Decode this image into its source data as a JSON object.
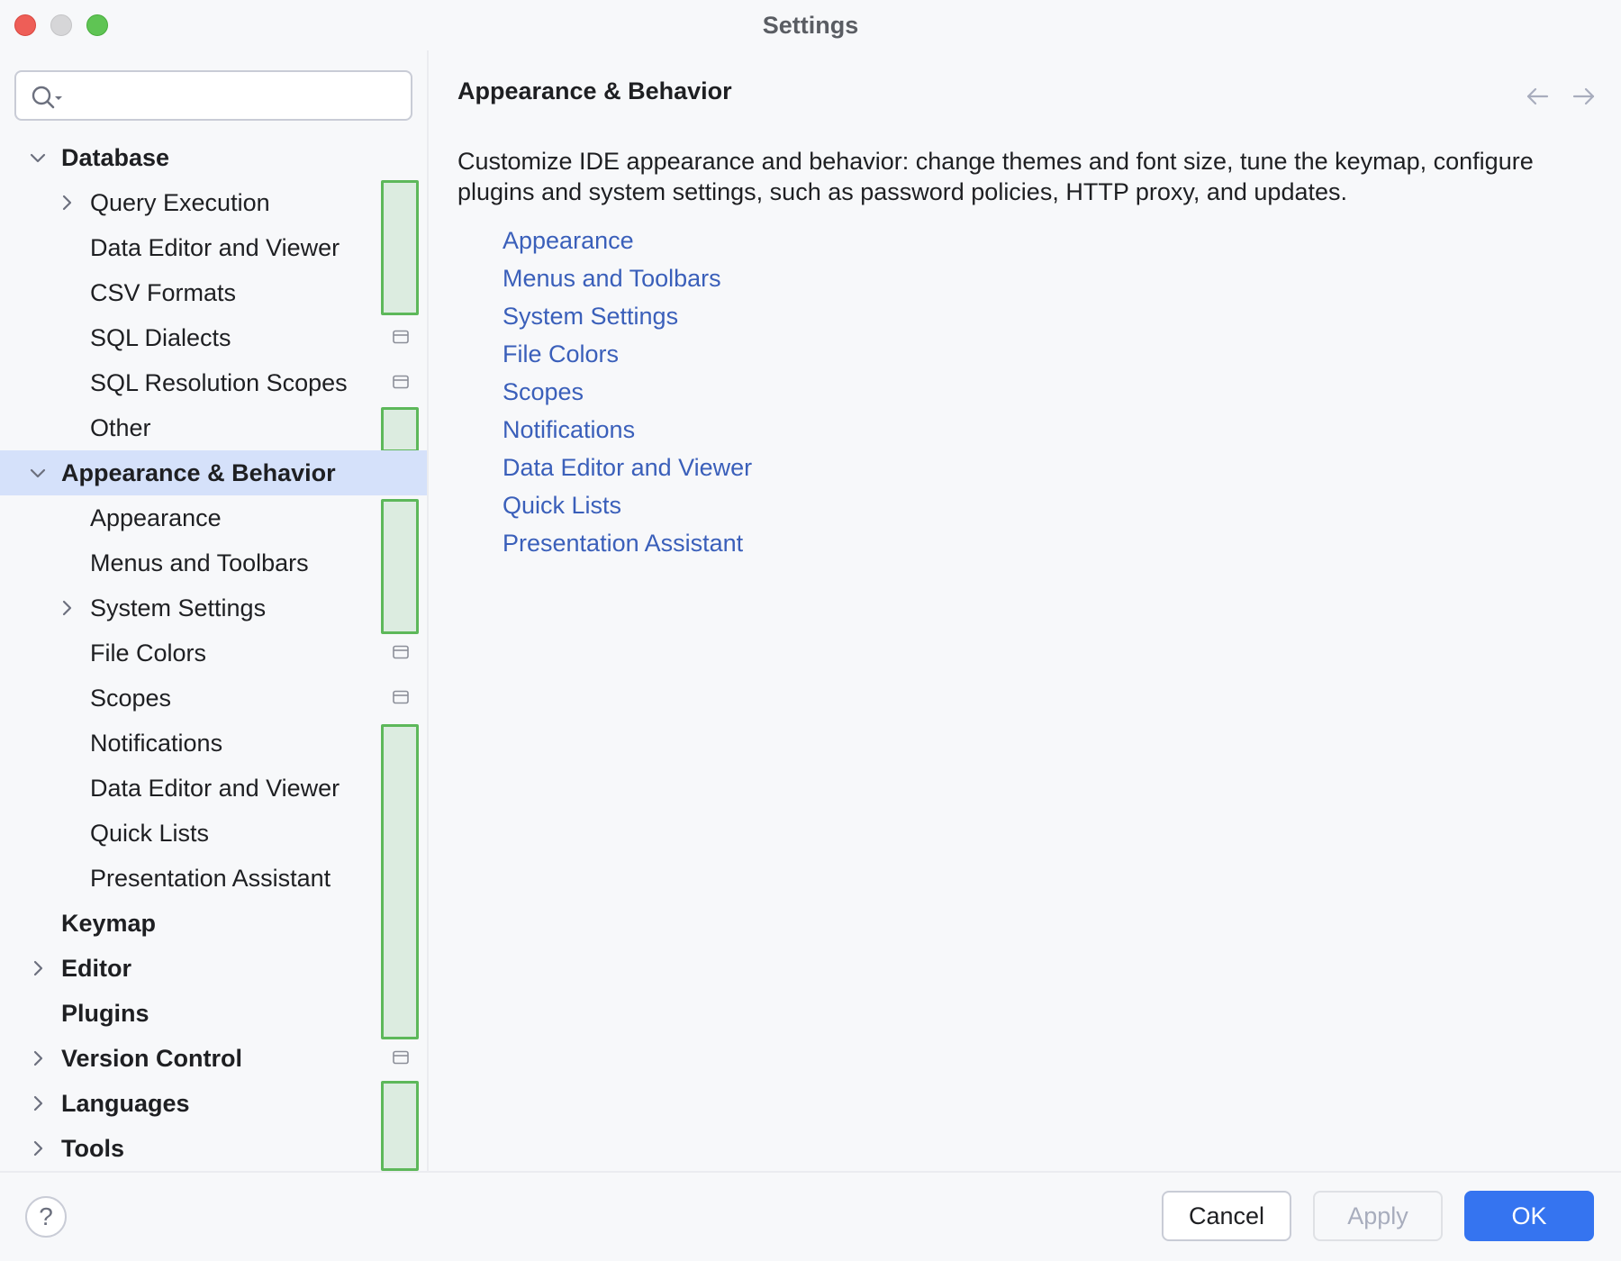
{
  "window": {
    "title": "Settings"
  },
  "search": {
    "value": "",
    "placeholder": ""
  },
  "tree": {
    "database": "Database",
    "query_execution": "Query Execution",
    "data_editor_and_viewer_db": "Data Editor and Viewer",
    "csv_formats": "CSV Formats",
    "sql_dialects": "SQL Dialects",
    "sql_resolution_scopes": "SQL Resolution Scopes",
    "other": "Other",
    "appearance_behavior": "Appearance & Behavior",
    "appearance": "Appearance",
    "menus_and_toolbars": "Menus and Toolbars",
    "system_settings": "System Settings",
    "file_colors": "File Colors",
    "scopes": "Scopes",
    "notifications": "Notifications",
    "data_editor_and_viewer_ab": "Data Editor and Viewer",
    "quick_lists": "Quick Lists",
    "presentation_assistant": "Presentation Assistant",
    "keymap": "Keymap",
    "editor": "Editor",
    "plugins": "Plugins",
    "version_control": "Version Control",
    "languages": "Languages",
    "tools": "Tools",
    "selected": "Appearance & Behavior"
  },
  "main": {
    "title": "Appearance & Behavior",
    "description": "Customize IDE appearance and behavior: change themes and font size, tune the keymap, configure plugins and system settings, such as password policies, HTTP proxy, and updates.",
    "links": {
      "appearance": "Appearance",
      "menus_and_toolbars": "Menus and Toolbars",
      "system_settings": "System Settings",
      "file_colors": "File Colors",
      "scopes": "Scopes",
      "notifications": "Notifications",
      "data_editor_and_viewer": "Data Editor and Viewer",
      "quick_lists": "Quick Lists",
      "presentation_assistant": "Presentation Assistant"
    }
  },
  "footer": {
    "help": "?",
    "cancel": "Cancel",
    "apply": "Apply",
    "ok": "OK"
  },
  "colors": {
    "selection": "#d5e1fa",
    "link": "#3a5fba",
    "accent": "#3574f0",
    "marker_fill": "#dcece0",
    "marker_border": "#5db85a"
  },
  "icons": {
    "search": "search-icon",
    "chevron_down": "chevron-down-icon",
    "chevron_right": "chevron-right-icon",
    "project_level": "project-level-icon",
    "back": "arrow-left-icon",
    "forward": "arrow-right-icon"
  }
}
